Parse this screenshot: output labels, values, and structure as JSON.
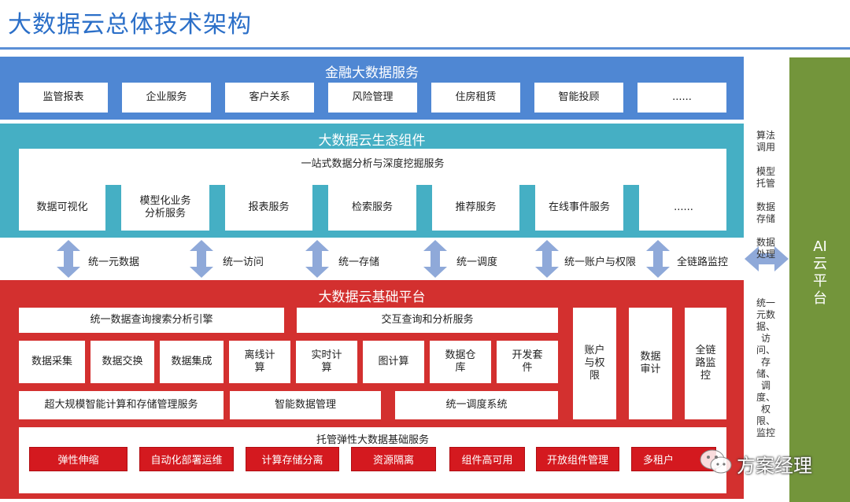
{
  "title": "大数据云总体技术架构",
  "finance": {
    "header": "金融大数据服务",
    "items": [
      "监管报表",
      "企业服务",
      "客户关系",
      "风险管理",
      "住房租赁",
      "智能投顾",
      "......"
    ]
  },
  "ecosystem": {
    "header": "大数据云生态组件",
    "subheader": "一站式数据分析与深度挖掘服务",
    "items": [
      "数据可视化",
      "模型化业务 分析服务",
      "报表服务",
      "检索服务",
      "推荐服务",
      "在线事件服务",
      "......"
    ]
  },
  "links": [
    "统一元数据",
    "统一访问",
    "统一存储",
    "统一调度",
    "统一账户与权限",
    "全链路监控"
  ],
  "base": {
    "header": "大数据云基础平台",
    "query_engine": "统一数据查询搜索分析引擎",
    "interactive": "交互查询和分析服务",
    "modules": [
      "数据采集",
      "数据交换",
      "数据集成",
      "离线计算",
      "实时计算",
      "图计算",
      "数据仓库",
      "开发套件"
    ],
    "right": [
      "账户与权限",
      "数据审计",
      "全链路监控"
    ],
    "row3": [
      "超大规模智能计算和存储管理服务",
      "智能数据管理",
      "统一调度系统"
    ],
    "hosting_header": "托管弹性大数据基础服务",
    "hosting_items": [
      "弹性伸缩",
      "自动化部署运维",
      "计算存储分离",
      "资源隔离",
      "组件高可用",
      "开放组件管理",
      "多租户"
    ]
  },
  "side": {
    "items": [
      "算法调用",
      "模型托管",
      "数据存储",
      "数据处理"
    ],
    "unified": "统一元数据、访问、存储、调度、权限、监控"
  },
  "ai_platform": "AI云平台",
  "watermark": "方案经理"
}
